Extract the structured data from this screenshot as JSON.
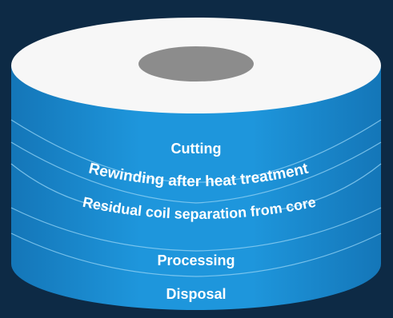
{
  "colors": {
    "background": "#0d2a45",
    "cylinder_side": "#1a8fd6",
    "cylinder_side_dark": "#1476b8",
    "top_face": "#f7f7f7",
    "core_hole": "#8c8c8c",
    "separator_line": "#8fd0f3"
  },
  "diagram": {
    "stages": [
      {
        "id": "cutting",
        "label": "Cutting"
      },
      {
        "id": "rewinding",
        "label": "Rewinding after heat treatment"
      },
      {
        "id": "residual",
        "label": "Residual coil separation from core"
      },
      {
        "id": "processing",
        "label": "Processing"
      },
      {
        "id": "disposal",
        "label": "Disposal"
      }
    ]
  }
}
